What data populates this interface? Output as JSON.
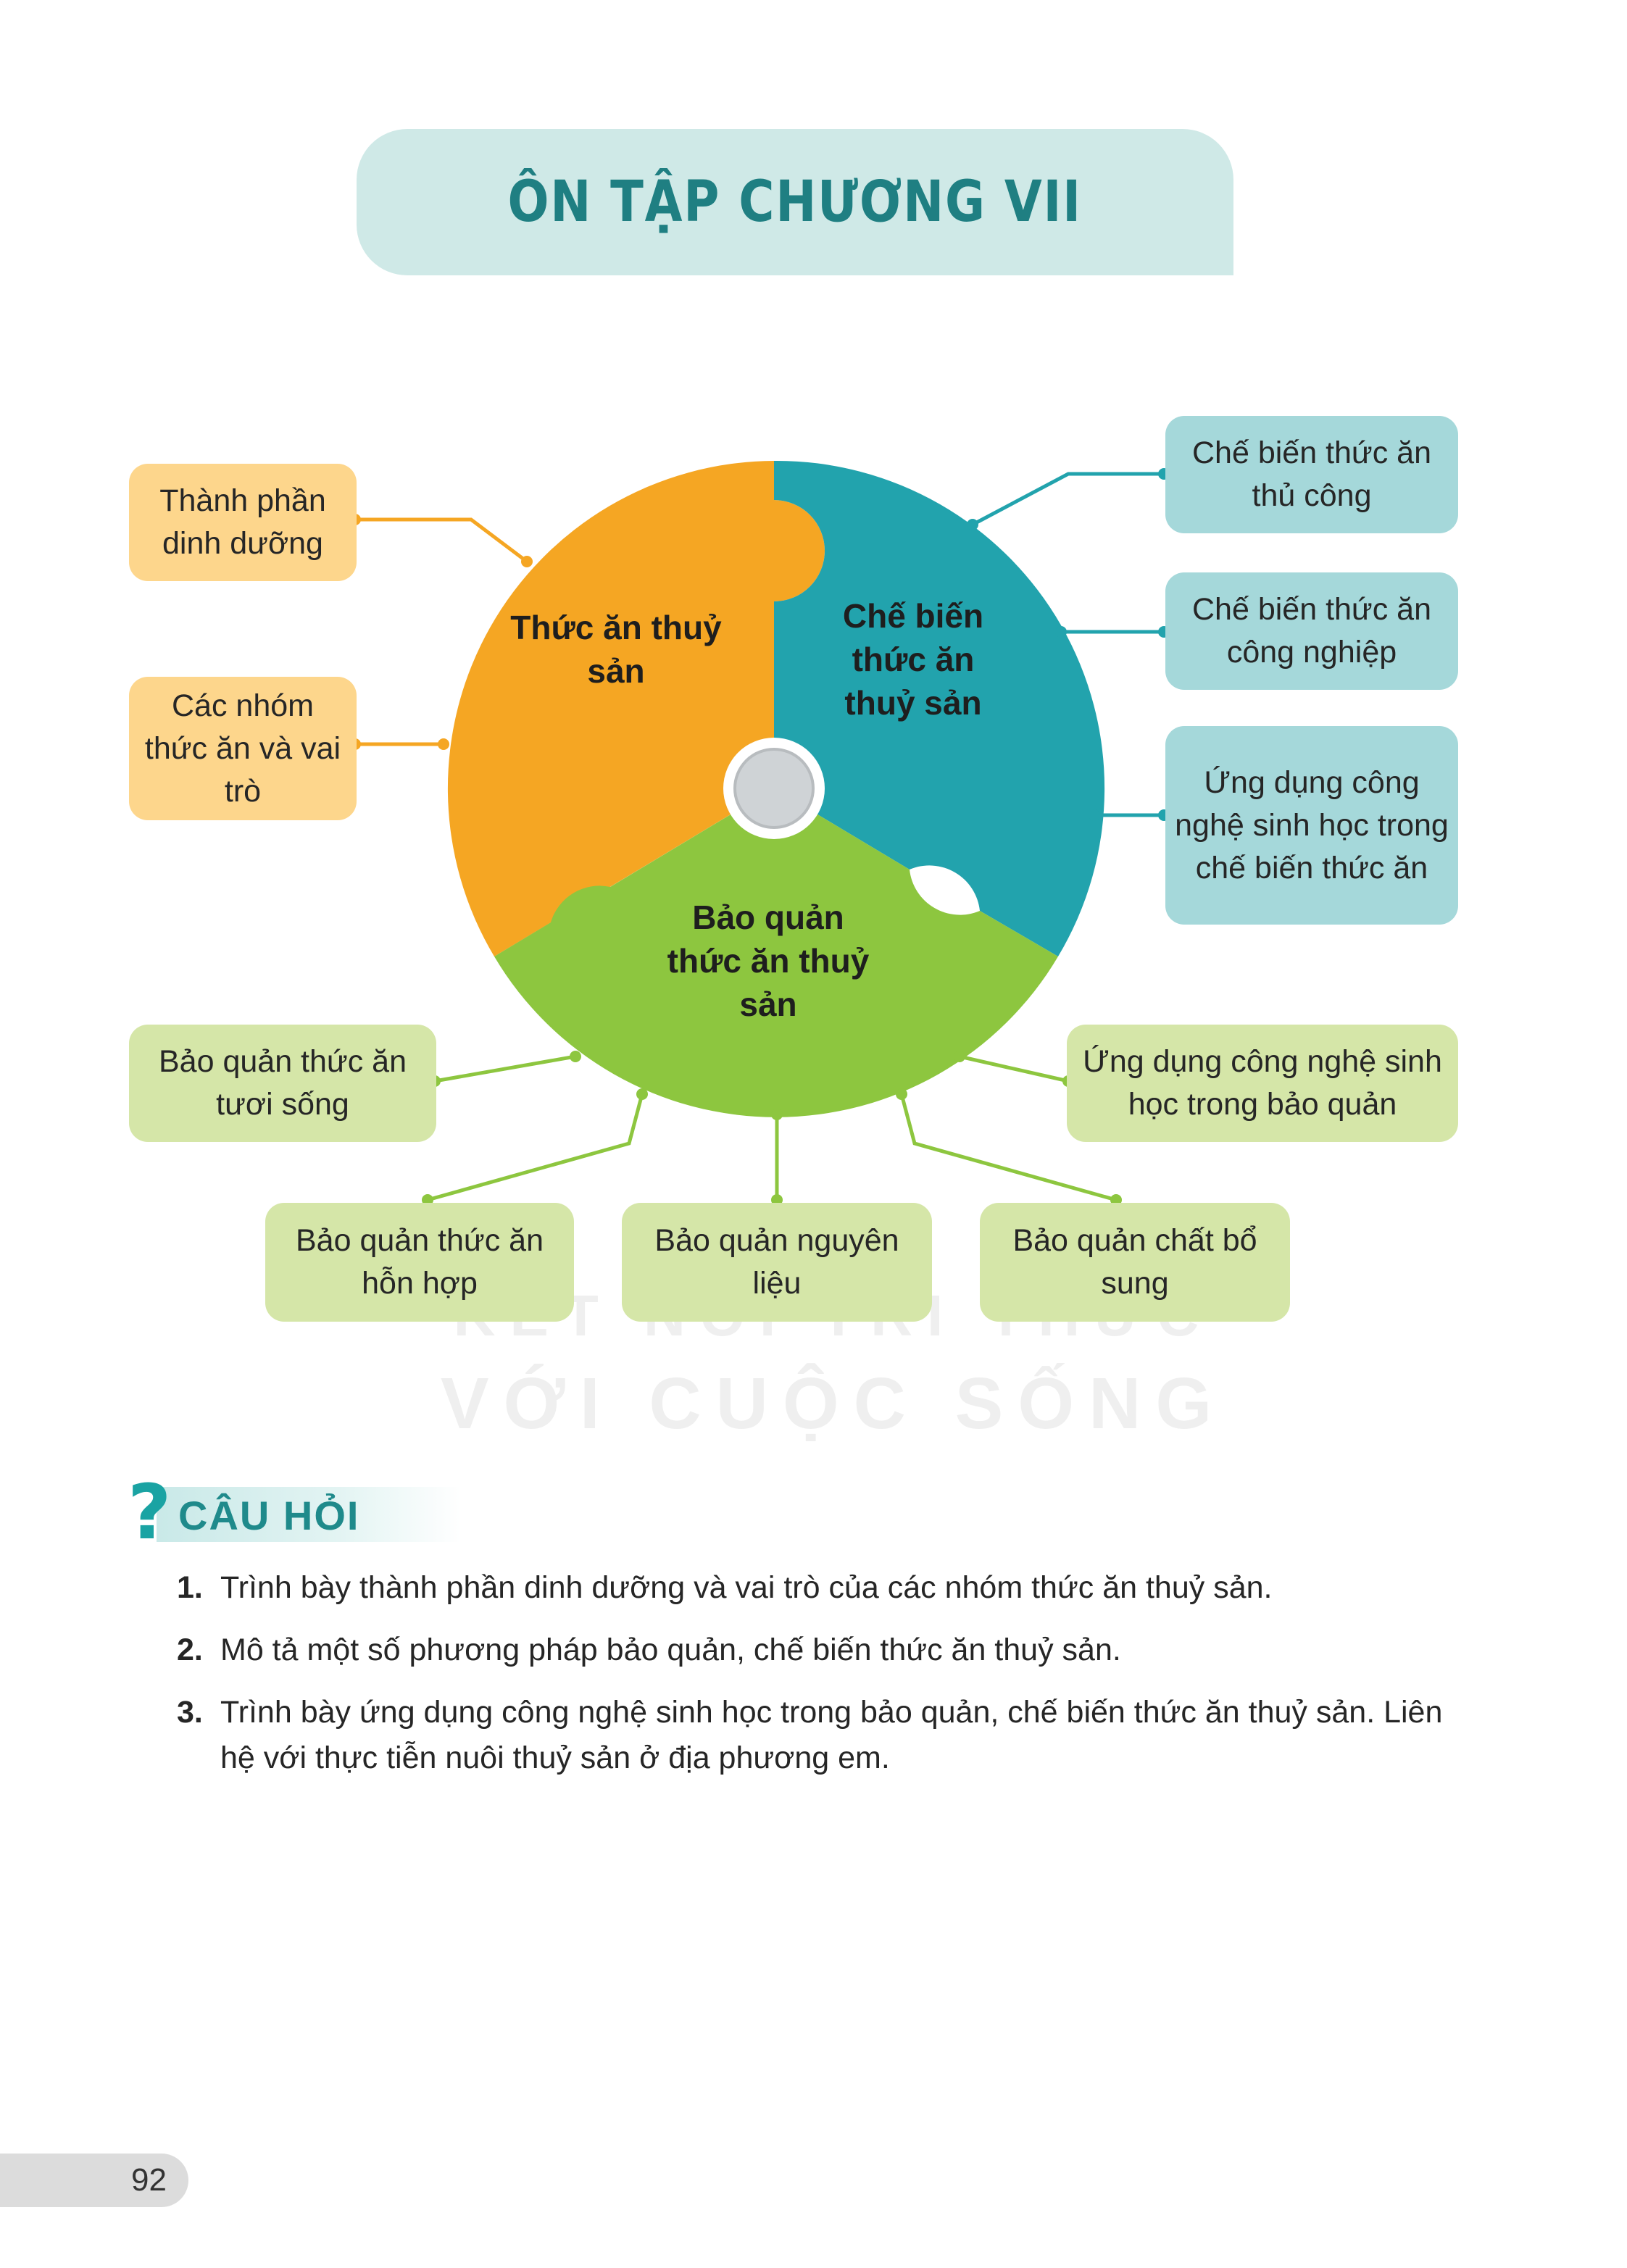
{
  "title": "ÔN TẬP CHƯƠNG VII",
  "center": {
    "segments": {
      "feed": "Thức ăn thuỷ sản",
      "processing": "Chế biến thức ăn thuỷ sản",
      "preservation": "Bảo quản thức ăn thuỷ sản"
    },
    "colors": {
      "orange": "#f5a623",
      "teal": "#22a3ad",
      "green": "#8dc63f"
    }
  },
  "boxes": {
    "nutrition": "Thành phần dinh dưỡng",
    "feed_groups": "Các nhóm thức ăn và vai trò",
    "handmade": "Chế biến thức ăn thủ công",
    "industrial": "Chế biến thức ăn công nghiệp",
    "biotech_processing": "Ứng dụng công nghệ sinh học trong chế biến thức ăn",
    "fresh_feed": "Bảo quản thức ăn tươi sống",
    "biotech_preservation": "Ứng dụng công nghệ sinh học trong bảo quản",
    "mixed_feed": "Bảo quản thức ăn hỗn hợp",
    "raw_materials": "Bảo quản nguyên liệu",
    "supplements": "Bảo quản chất bổ sung"
  },
  "watermark": {
    "line1": "KẾT NỐI TRI THỨC",
    "line2": "VỚI CUỘC SỐNG"
  },
  "questions_section": {
    "mark": "?",
    "title": "CÂU HỎI",
    "items": [
      {
        "num": "1.",
        "text": "Trình bày thành phần dinh dưỡng và vai trò của các nhóm thức ăn thuỷ sản."
      },
      {
        "num": "2.",
        "text": "Mô tả một số phương pháp bảo quản, chế biến thức ăn thuỷ sản."
      },
      {
        "num": "3.",
        "text": "Trình bày ứng dụng công nghệ sinh học trong bảo quản, chế biến thức ăn thuỷ sản. Liên hệ với thực tiễn nuôi thuỷ sản ở địa phương em."
      }
    ]
  },
  "page_number": "92"
}
